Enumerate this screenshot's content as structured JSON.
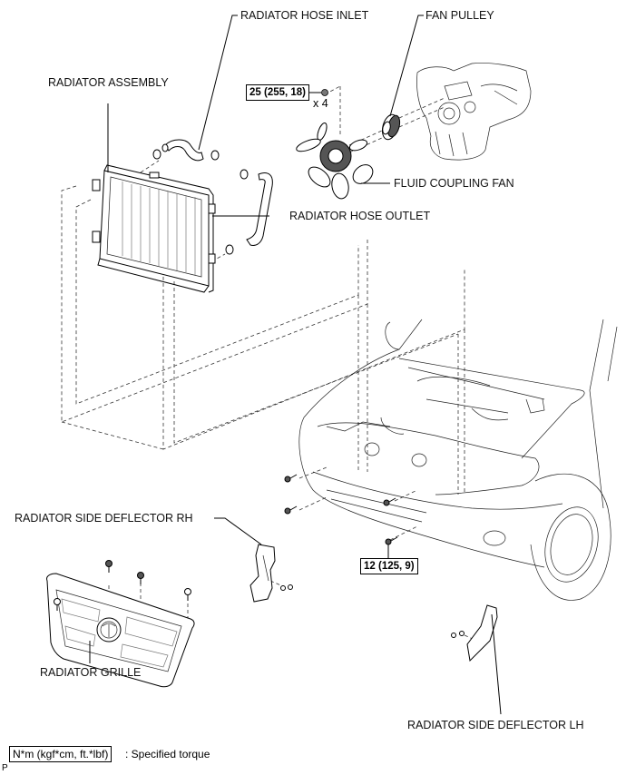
{
  "diagram": {
    "title": "Radiator Assembly Exploded View",
    "parts": {
      "radiator_hose_inlet": "RADIATOR HOSE INLET",
      "fan_pulley": "FAN PULLEY",
      "radiator_assembly": "RADIATOR ASSEMBLY",
      "fluid_coupling_fan": "FLUID COUPLING FAN",
      "radiator_hose_outlet": "RADIATOR HOSE OUTLET",
      "radiator_side_deflector_rh": "RADIATOR SIDE DEFLECTOR RH",
      "radiator_grille": "RADIATOR GRILLE",
      "radiator_side_deflector_lh": "RADIATOR SIDE DEFLECTOR LH"
    },
    "torque_specs": {
      "fan_nut": "25 (255, 18)",
      "bumper_bolt": "12 (125, 9)"
    },
    "quantities": {
      "fan_nut_qty": "x 4"
    },
    "legend": {
      "unit_box": "N*m (kgf*cm, ft.*lbf)",
      "description": ": Specified torque"
    },
    "footer_mark": "P"
  }
}
